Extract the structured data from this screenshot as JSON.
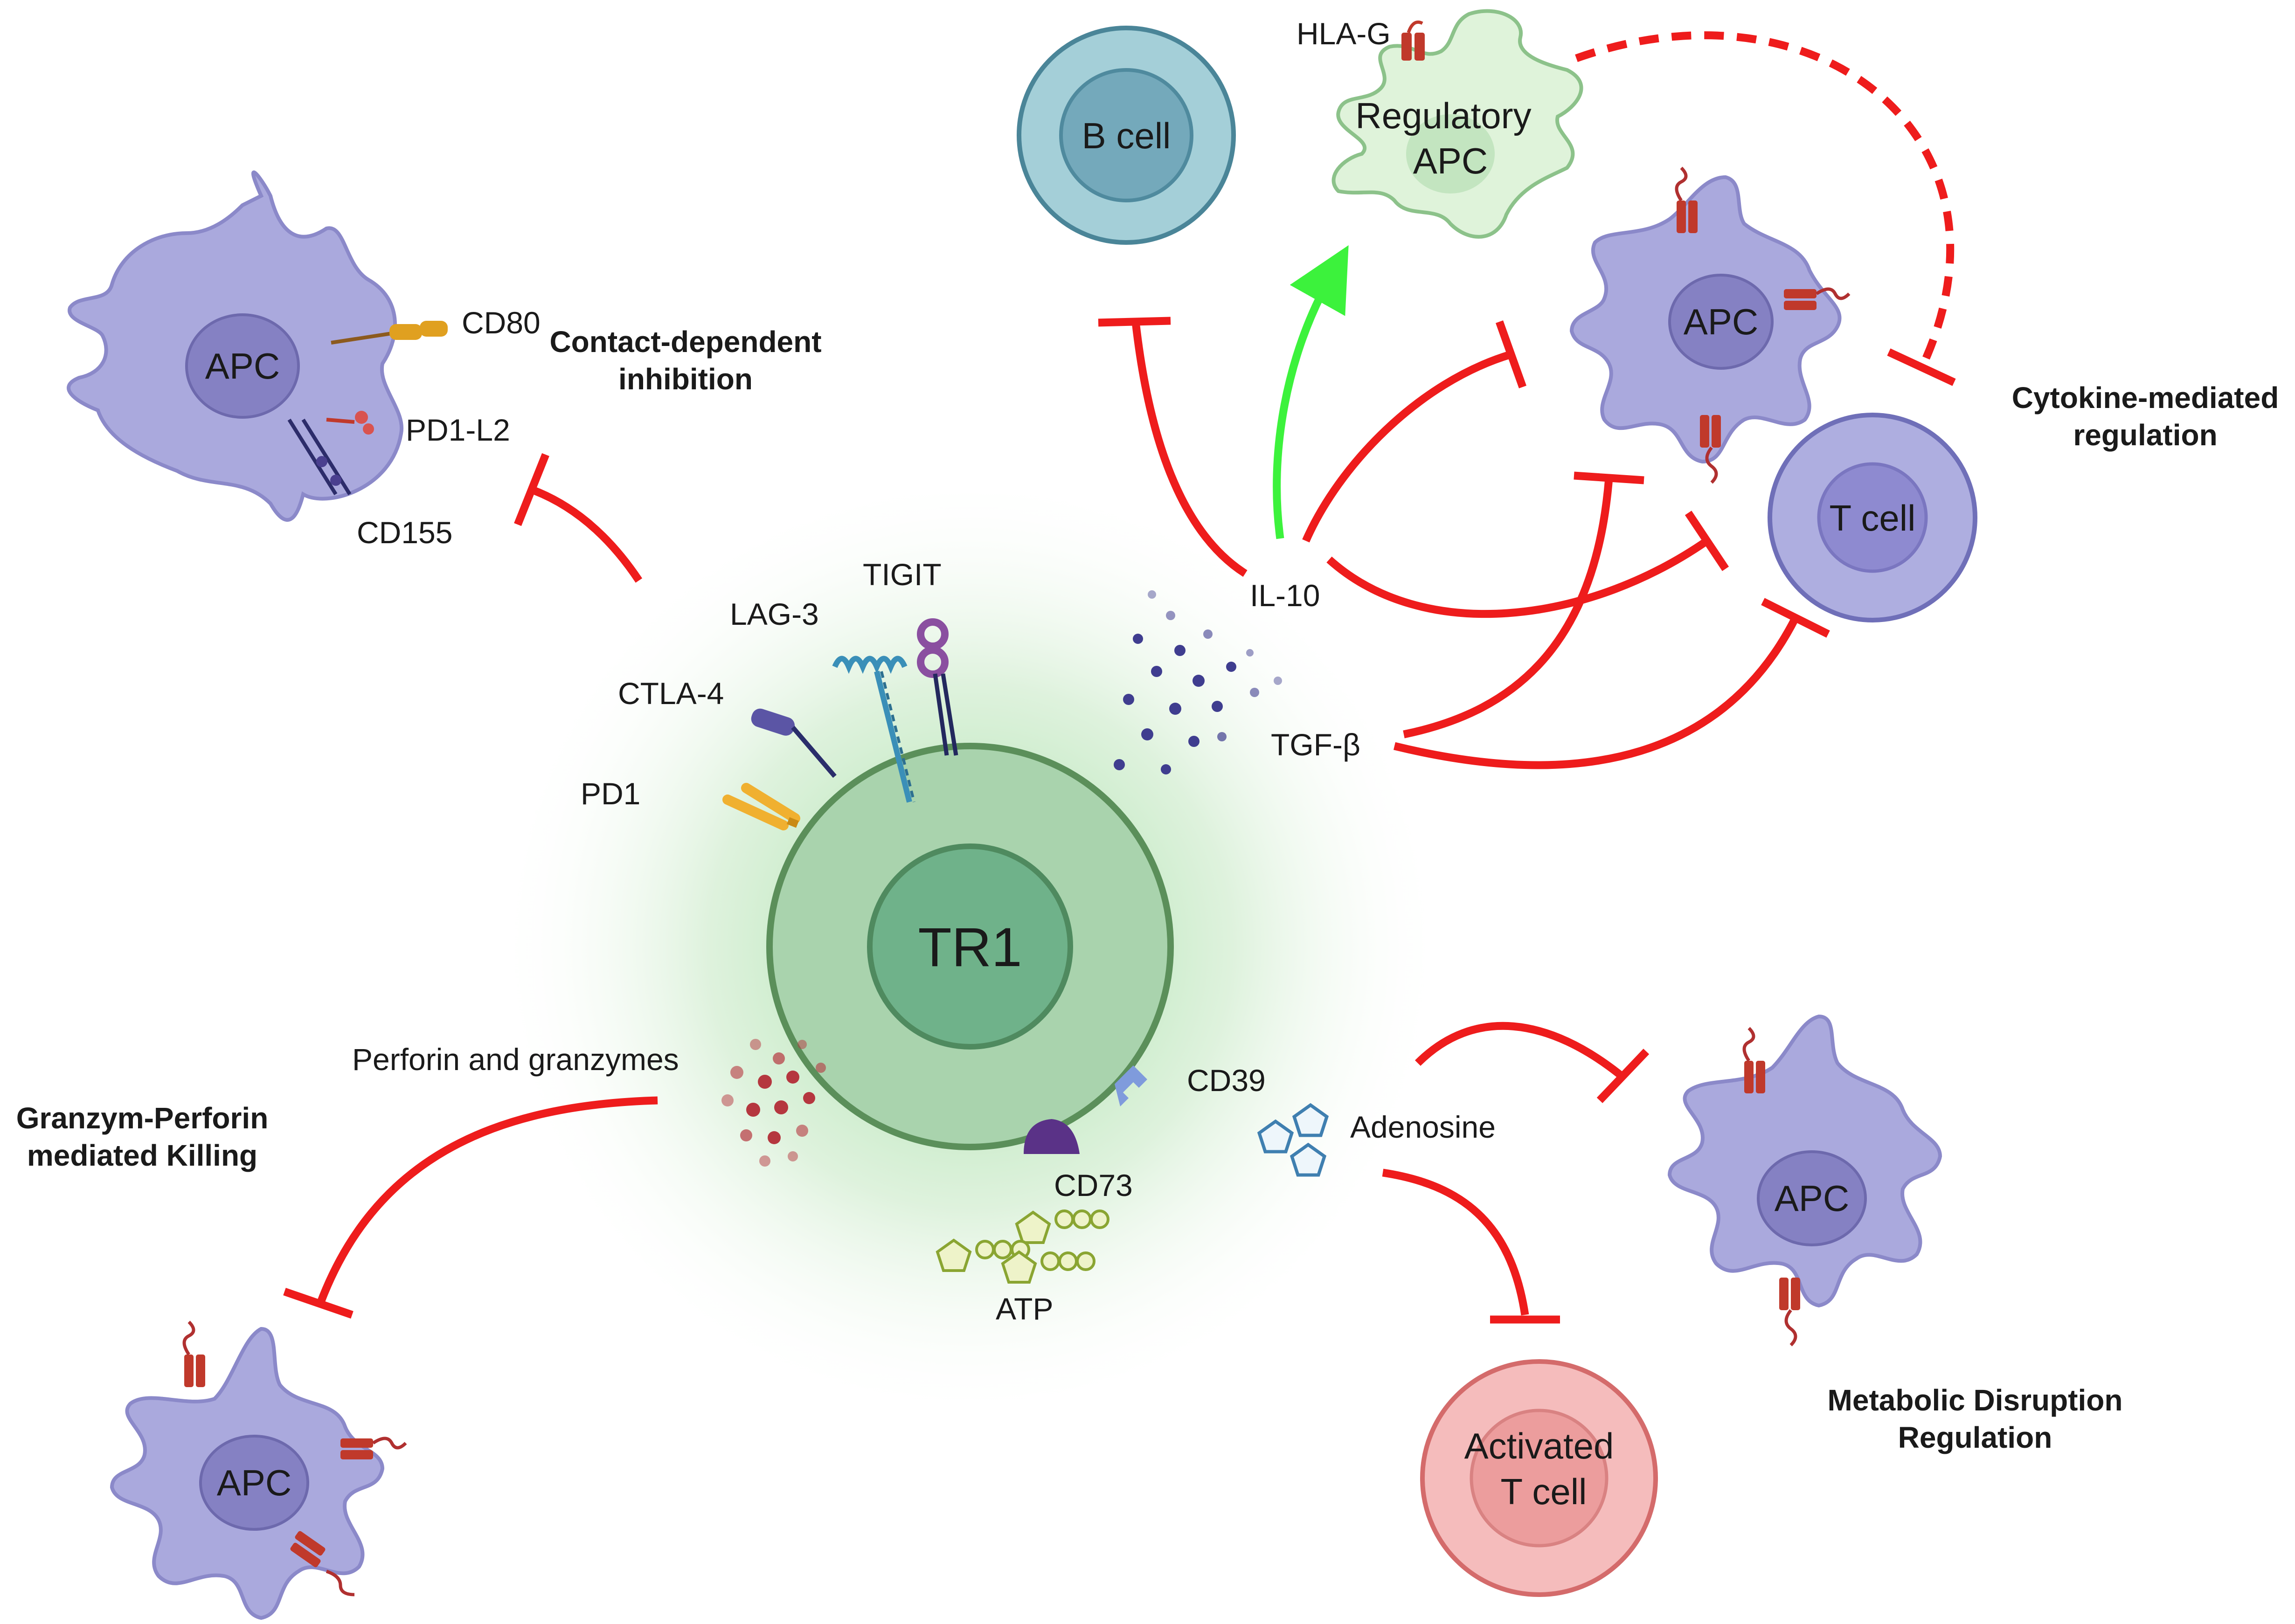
{
  "center_cell": {
    "label": "TR1"
  },
  "receptors": {
    "pd1": "PD1",
    "ctla4": "CTLA-4",
    "lag3": "LAG-3",
    "tigit": "TIGIT"
  },
  "contact_dependent": {
    "heading_line1": "Contact-dependent",
    "heading_line2": "inhibition",
    "apc_label": "APC",
    "cd80": "CD80",
    "pd1_l2": "PD1-L2",
    "cd155": "CD155"
  },
  "cytokine_mediated": {
    "heading_line1": "Cytokine-mediated",
    "heading_line2": "regulation",
    "il10": "IL-10",
    "tgfb": "TGF-β",
    "b_cell": "B cell",
    "hla_g": "HLA-G",
    "regulatory_apc_line1": "Regulatory",
    "regulatory_apc_line2": "APC",
    "apc_label": "APC",
    "t_cell": "T cell"
  },
  "granzyme": {
    "heading_line1": "Granzym-Perforin",
    "heading_line2": "mediated Killing",
    "perforin": "Perforin and granzymes",
    "apc_label": "APC"
  },
  "metabolic": {
    "heading_line1": "Metabolic Disruption",
    "heading_line2": "Regulation",
    "cd39": "CD39",
    "cd73": "CD73",
    "atp": "ATP",
    "adenosine": "Adenosine",
    "apc_label": "APC",
    "activated_line1": "Activated",
    "activated_line2": "T cell"
  },
  "colors": {
    "inhibition": "#ee1c1c",
    "activation": "#3cf23c",
    "apc_fill": "#aaa9dd",
    "tr1_fill": "#a9d3ad",
    "b_cell_fill": "#a4cfd8",
    "t_cell_fill": "#aeaee0",
    "activated_fill": "#f5bcbc"
  }
}
